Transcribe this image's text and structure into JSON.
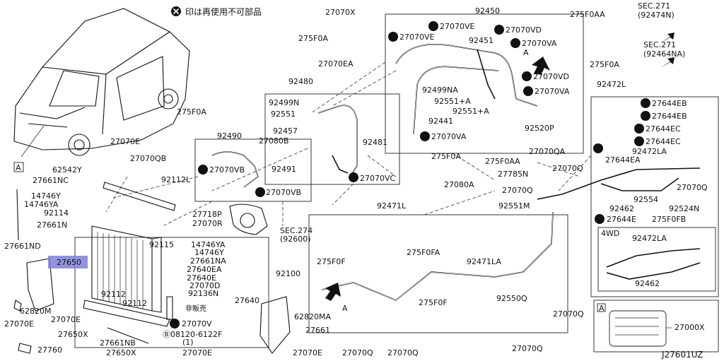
{
  "legend": {
    "symbol": "x-mark",
    "text": "印は再使用不可部品"
  },
  "diagram_id": "J27601UZ",
  "sec_refs": {
    "sec271_a": "SEC.271",
    "sec271_a_code": "(92474N)",
    "sec271_b": "SEC.271",
    "sec271_b_code": "(92464NA)",
    "sec274": "SEC.274",
    "sec274_code": "(92600)"
  },
  "note_not_sold": "非販売",
  "four_wd": "4WD",
  "callouts": {
    "a_box": "A",
    "a_arrow_1": "A",
    "a_arrow_2": "A",
    "a_panel": "A"
  },
  "labels": {
    "p27070x": "27070X",
    "p92450": "92450",
    "p275f0aa_top": "275F0AA",
    "p275f0a_1": "275F0A",
    "p27070ve_1": "27070VE",
    "p27070ve_2": "27070VE",
    "p27070vd_1": "27070VD",
    "p92451": "92451",
    "p27070va_1": "27070VA",
    "p27070ea": "27070EA",
    "p275f0a_2": "275F0A",
    "p92480": "92480",
    "p27070vd_2": "27070VD",
    "p27070va_2": "27070VA",
    "p92499n": "92499N",
    "p92499na": "92499NA",
    "p92551_a": "92551",
    "p92551a_1": "92551+A",
    "p92551a_2": "92551+A",
    "p92441": "92441",
    "p92520p": "92520P",
    "p275f0a_3": "275F0A",
    "p92457": "92457",
    "p27080b": "27080B",
    "p92490": "92490",
    "p27070va_3": "27070VA",
    "p92481": "92481",
    "p275f0a_4": "275F0A",
    "p275f0aa_2": "275F0AA",
    "p92472l": "92472L",
    "p27644eb_1": "27644EB",
    "p27644eb_2": "27644EB",
    "p27644ec_1": "27644EC",
    "p27644ec_2": "27644EC",
    "p92472la": "92472LA",
    "p27070e_1": "27070E",
    "p27070qb": "27070QB",
    "p27070vb_1": "27070VB",
    "p92491": "92491",
    "p27070vc": "27070VC",
    "p27080a": "27080A",
    "p27070qa": "27070QA",
    "p27644ea": "27644EA",
    "p62542y": "62542Y",
    "p27661nc": "27661NC",
    "p92112l": "92112L",
    "p27785n": "27785N",
    "p27070q_1": "27070Q",
    "p27070vb_2": "27070VB",
    "p27070q_2": "27070Q",
    "p27070q_3": "27070Q",
    "p14746y_1": "14746Y",
    "p14746ya_1": "14746YA",
    "p92114": "92114",
    "p92471l": "92471L",
    "p92551m": "92551M",
    "p92462_1": "92462",
    "p92554": "92554",
    "p92524n": "92524N",
    "p27718p": "27718P",
    "p27070r": "27070R",
    "p27661n": "27661N",
    "p27644e": "27644E",
    "p275f0fb": "275F0FB",
    "p4wd_92472la": "92472LA",
    "p27661nd": "27661ND",
    "p92115": "92115",
    "p14746ya_2": "14746YA",
    "p14746y_2": "14746Y",
    "p27650": "27650",
    "p27661na": "27661NA",
    "p27640ea": "27640EA",
    "p27640e": "27640E",
    "p27070d": "27070D",
    "p92100": "92100",
    "p275f0f_1": "275F0F",
    "p275f0fa": "275F0FA",
    "p92471la": "92471LA",
    "p92462_2": "92462",
    "p92112_1": "92112",
    "p92136n": "92136N",
    "p27640": "27640",
    "p92112_2": "92112",
    "p92550q": "92550Q",
    "p275f0f_2": "275F0F",
    "p62820m": "62820M",
    "p27070e_2": "27070E",
    "p27070v": "27070V",
    "p62820ma": "62820MA",
    "p27070q_4": "27070Q",
    "p27650x": "27650X",
    "p08120": "Ⓑ08120-6122F",
    "p08120_qty": "(1)",
    "p27661": "27661",
    "p27000x": "27000X",
    "p27661nb": "27661NB",
    "p27650x_2": "27650X",
    "p27070e_3": "27070E",
    "p27070e_4": "27070E",
    "p27070q_5": "27070Q",
    "p27070q_6": "27070Q",
    "p27070q_7": "27070Q",
    "p27760": "27760"
  }
}
